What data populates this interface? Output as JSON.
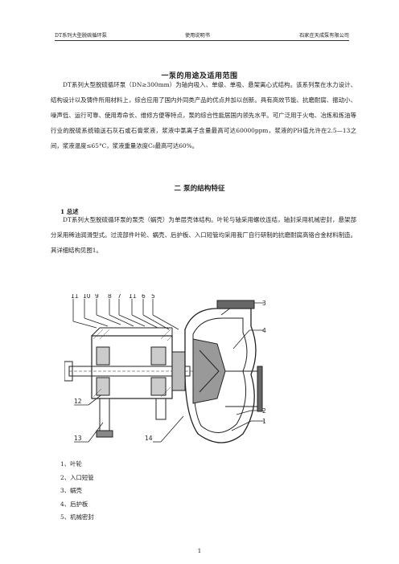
{
  "header": {
    "left": "DT系列大型脱硫循环泵",
    "center": "使用说明书",
    "right": "石家庄天成泵有限公司"
  },
  "section1": {
    "title": "一泵的用途及适用范围",
    "paragraph": "DT系列大型脱硫循环泵（DN≥300mm）为轴向吸入、单级、单吸、悬架离心式结构。该系列泵在水力设计、结构设计以及铸件所用材料上，综合应用了国内外同类产品的优点并加以创新。具有高效节能、抗磨耐腐、振动小、噪声低、运行可靠、使用寿命长、维修方便等特点，泵的综合性能居国内领先水平。可广泛用于火电、冶炼和炼油等行业的脱硫系统输送石灰石或石膏浆液，浆液中氯离子含量最高可达60000ppm，浆液的PH值允许在2.5—13之间，浆液温度≤65°C，浆液重量浓度C₀最高可达60%。"
  },
  "section2": {
    "title": "二 泵的结构特征",
    "subtitle": "1 总述",
    "paragraph": "DT系列大型脱硫循环泵的泵壳（蜗壳）为单层壳体结构。叶轮与轴采用螺纹连结，轴封采用机械密封，悬架部分采用稀油润滑型式。过流部件叶轮、蜗壳、后护板、入口短管均采用我厂自行研制的抗磨耐腐高铬合金材料制造。其详细结构见图1。"
  },
  "figure": {
    "callouts_top": [
      "11",
      "10",
      "9",
      "8",
      "7",
      "11",
      "6",
      "5"
    ],
    "callouts_right": [
      "3",
      "4",
      "2",
      "1"
    ],
    "callouts_left": [
      "12",
      "13"
    ],
    "callouts_bottom": [
      "14"
    ]
  },
  "parts_list": [
    "1、叶轮",
    "2、入口短管",
    "3、蜗壳",
    "4、后护板",
    "5、机械密封"
  ],
  "page_number": "1"
}
